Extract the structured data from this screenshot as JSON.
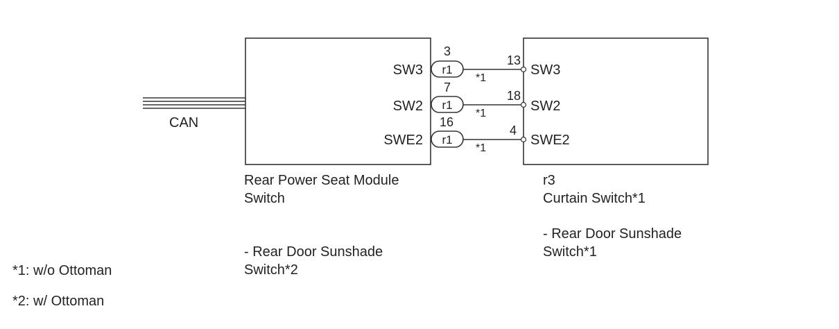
{
  "bus": {
    "label": "CAN"
  },
  "left_component": {
    "name_lines": [
      "Rear Power Seat Module",
      "Switch"
    ],
    "note_lines": [
      "- Rear Door Sunshade",
      "Switch*2"
    ]
  },
  "right_component": {
    "connector": "r3",
    "name": "Curtain Switch*1",
    "note_lines": [
      "- Rear Door Sunshade",
      "Switch*1"
    ]
  },
  "wires": [
    {
      "left_terminal": "SW3",
      "left_pin": "3",
      "connector": "r1",
      "right_pin": "13",
      "right_terminal": "SW3",
      "condition": "*1"
    },
    {
      "left_terminal": "SW2",
      "left_pin": "7",
      "connector": "r1",
      "right_pin": "18",
      "right_terminal": "SW2",
      "condition": "*1"
    },
    {
      "left_terminal": "SWE2",
      "left_pin": "16",
      "connector": "r1",
      "right_pin": "4",
      "right_terminal": "SWE2",
      "condition": "*1"
    }
  ],
  "legend": [
    "*1: w/o Ottoman",
    "*2: w/ Ottoman"
  ]
}
